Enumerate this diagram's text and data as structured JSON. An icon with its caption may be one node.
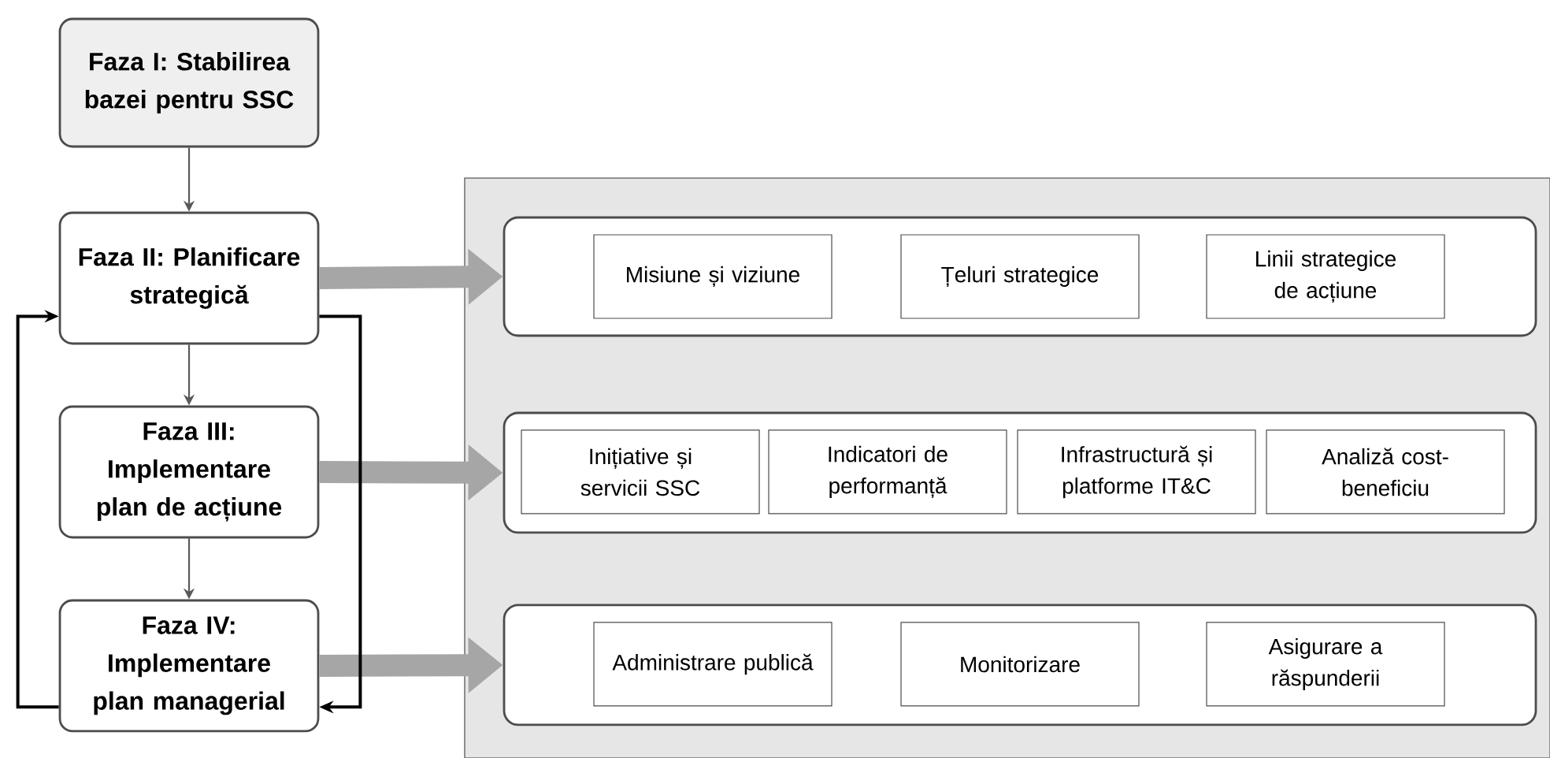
{
  "diagram": {
    "nodes": [
      {
        "text": [
          "Faza I: Stabilirea bazei pentru SSC"
        ]
      },
      {
        "text": [
          "Faza II: Planificare strategică"
        ]
      },
      {
        "text": [
          "Faza III: Implementare plan de acțiune"
        ]
      },
      {
        "text": [
          "Faza IV: Implementare plan managerial"
        ]
      },
      {
        "text": [],
        "shape": "box"
      },
      {
        "text": [],
        "shape": "box",
        "in": 4
      },
      {
        "text": [
          "Misiune și viziune"
        ],
        "in": 5
      },
      {
        "text": [
          "Țeluri strategice"
        ],
        "in": 5
      },
      {
        "text": [
          "Linii strategice de acțiune"
        ],
        "in": 5
      },
      {
        "text": [],
        "shape": "box",
        "in": 4
      },
      {
        "text": [
          "Inițiative și servicii SSC"
        ],
        "in": 9
      },
      {
        "text": [
          "Indicatori de performanță"
        ],
        "in": 9
      },
      {
        "text": [
          "Infrastructură și platforme IT&C"
        ],
        "in": 9
      },
      {
        "text": [
          "Analiză cost-beneficiu"
        ],
        "in": 9
      },
      {
        "text": [],
        "shape": "box",
        "in": 4
      },
      {
        "text": [
          "Administrare publică"
        ],
        "in": 14
      },
      {
        "text": [
          "Monitorizare"
        ],
        "in": 14
      },
      {
        "text": [
          "Asigurare a răspunderii"
        ],
        "in": 14
      }
    ],
    "edges": [
      {
        "from": 0,
        "to": 1,
        "arrow": "to"
      },
      {
        "from": 1,
        "to": 2,
        "arrow": "to"
      },
      {
        "from": 2,
        "to": 3,
        "arrow": "to"
      },
      {
        "from": 1,
        "to": 5,
        "arrow": "to",
        "style": "thick",
        "color": "#a6a6a6"
      },
      {
        "from": 2,
        "to": 9,
        "arrow": "to",
        "style": "thick",
        "color": "#a6a6a6"
      },
      {
        "from": 3,
        "to": 14,
        "arrow": "to",
        "style": "thick",
        "color": "#a6a6a6"
      },
      {
        "from": 1,
        "to": 3,
        "arrow": "to",
        "color": "#000000"
      },
      {
        "from": 3,
        "to": 1,
        "arrow": "to",
        "color": "#000000"
      }
    ]
  }
}
